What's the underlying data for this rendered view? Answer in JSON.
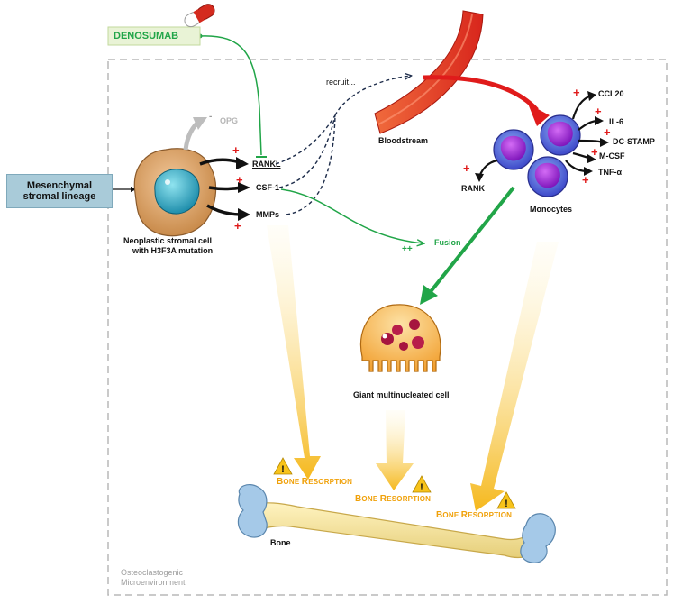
{
  "drug": {
    "name": "DENOSUMAB"
  },
  "lineage": {
    "label_line1": "Mesenchymal",
    "label_line2": "stromal lineage"
  },
  "stromal_cell": {
    "caption_line1": "Neoplastic stromal cell",
    "caption_line2": "with H3F3A mutation"
  },
  "factors": {
    "opg": "OPG",
    "opg_sign": "-",
    "rankl": "RANKL",
    "csf1": "CSF-1",
    "mmps": "MMPs"
  },
  "recruit": {
    "label": "recruit..."
  },
  "bloodstream": {
    "label": "Bloodstream"
  },
  "monocytes": {
    "label": "Monocytes",
    "rank": "RANK",
    "outputs": [
      "CCL20",
      "IL-6",
      "DC-STAMP",
      "M-CSF",
      "TNF-α"
    ]
  },
  "fusion": {
    "label": "Fusion",
    "sign": "++"
  },
  "giant_cell": {
    "label": "Giant multinucleated cell"
  },
  "bone": {
    "label": "Bone"
  },
  "resorption": {
    "big": [
      "B",
      "R"
    ],
    "small": [
      "ONE ",
      "ESORPTION"
    ]
  },
  "microenvironment": {
    "line1": "Osteoclastogenic",
    "line2": "Microenvironment"
  },
  "signs": {
    "plus": "+"
  },
  "warning_symbol": "!",
  "colors": {
    "green": "#21a548",
    "red": "#e01b1b",
    "arrow_orange": "#f5b81c",
    "warning_yellow": "#f7c31b",
    "lineage_box": "#a9cbd9",
    "dashed_navy": "#1d2c4a",
    "grey": "#b5b5b5",
    "bone": "#f3e6a6",
    "monocyte": "#6a4ce0",
    "nucleus": "#9a1ecd"
  }
}
